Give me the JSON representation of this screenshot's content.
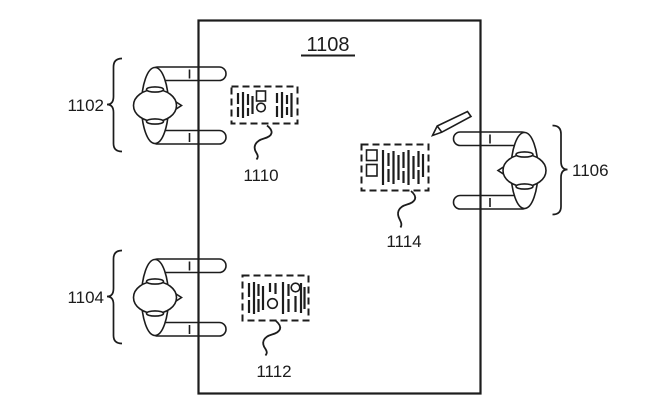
{
  "figure": {
    "type": "patent-top-view-diagram",
    "background_color": "#ffffff",
    "line_color": "#1c1c1c",
    "table": {
      "label": "1108",
      "underlined": true
    },
    "persons": [
      {
        "label": "1102",
        "position": "top-left",
        "icon": "person-top-view-icon"
      },
      {
        "label": "1104",
        "position": "bottom-left",
        "icon": "person-top-view-icon"
      },
      {
        "label": "1106",
        "position": "right",
        "icon": "person-top-view-icon"
      }
    ],
    "documents": [
      {
        "label": "1110",
        "position": "top-left",
        "icon": "document-barcode-icon"
      },
      {
        "label": "1112",
        "position": "bottom-left",
        "icon": "document-barcode-icon"
      },
      {
        "label": "1114",
        "position": "right",
        "icon": "document-barcode-icon"
      }
    ],
    "pencil": {
      "icon": "pencil-icon"
    }
  }
}
